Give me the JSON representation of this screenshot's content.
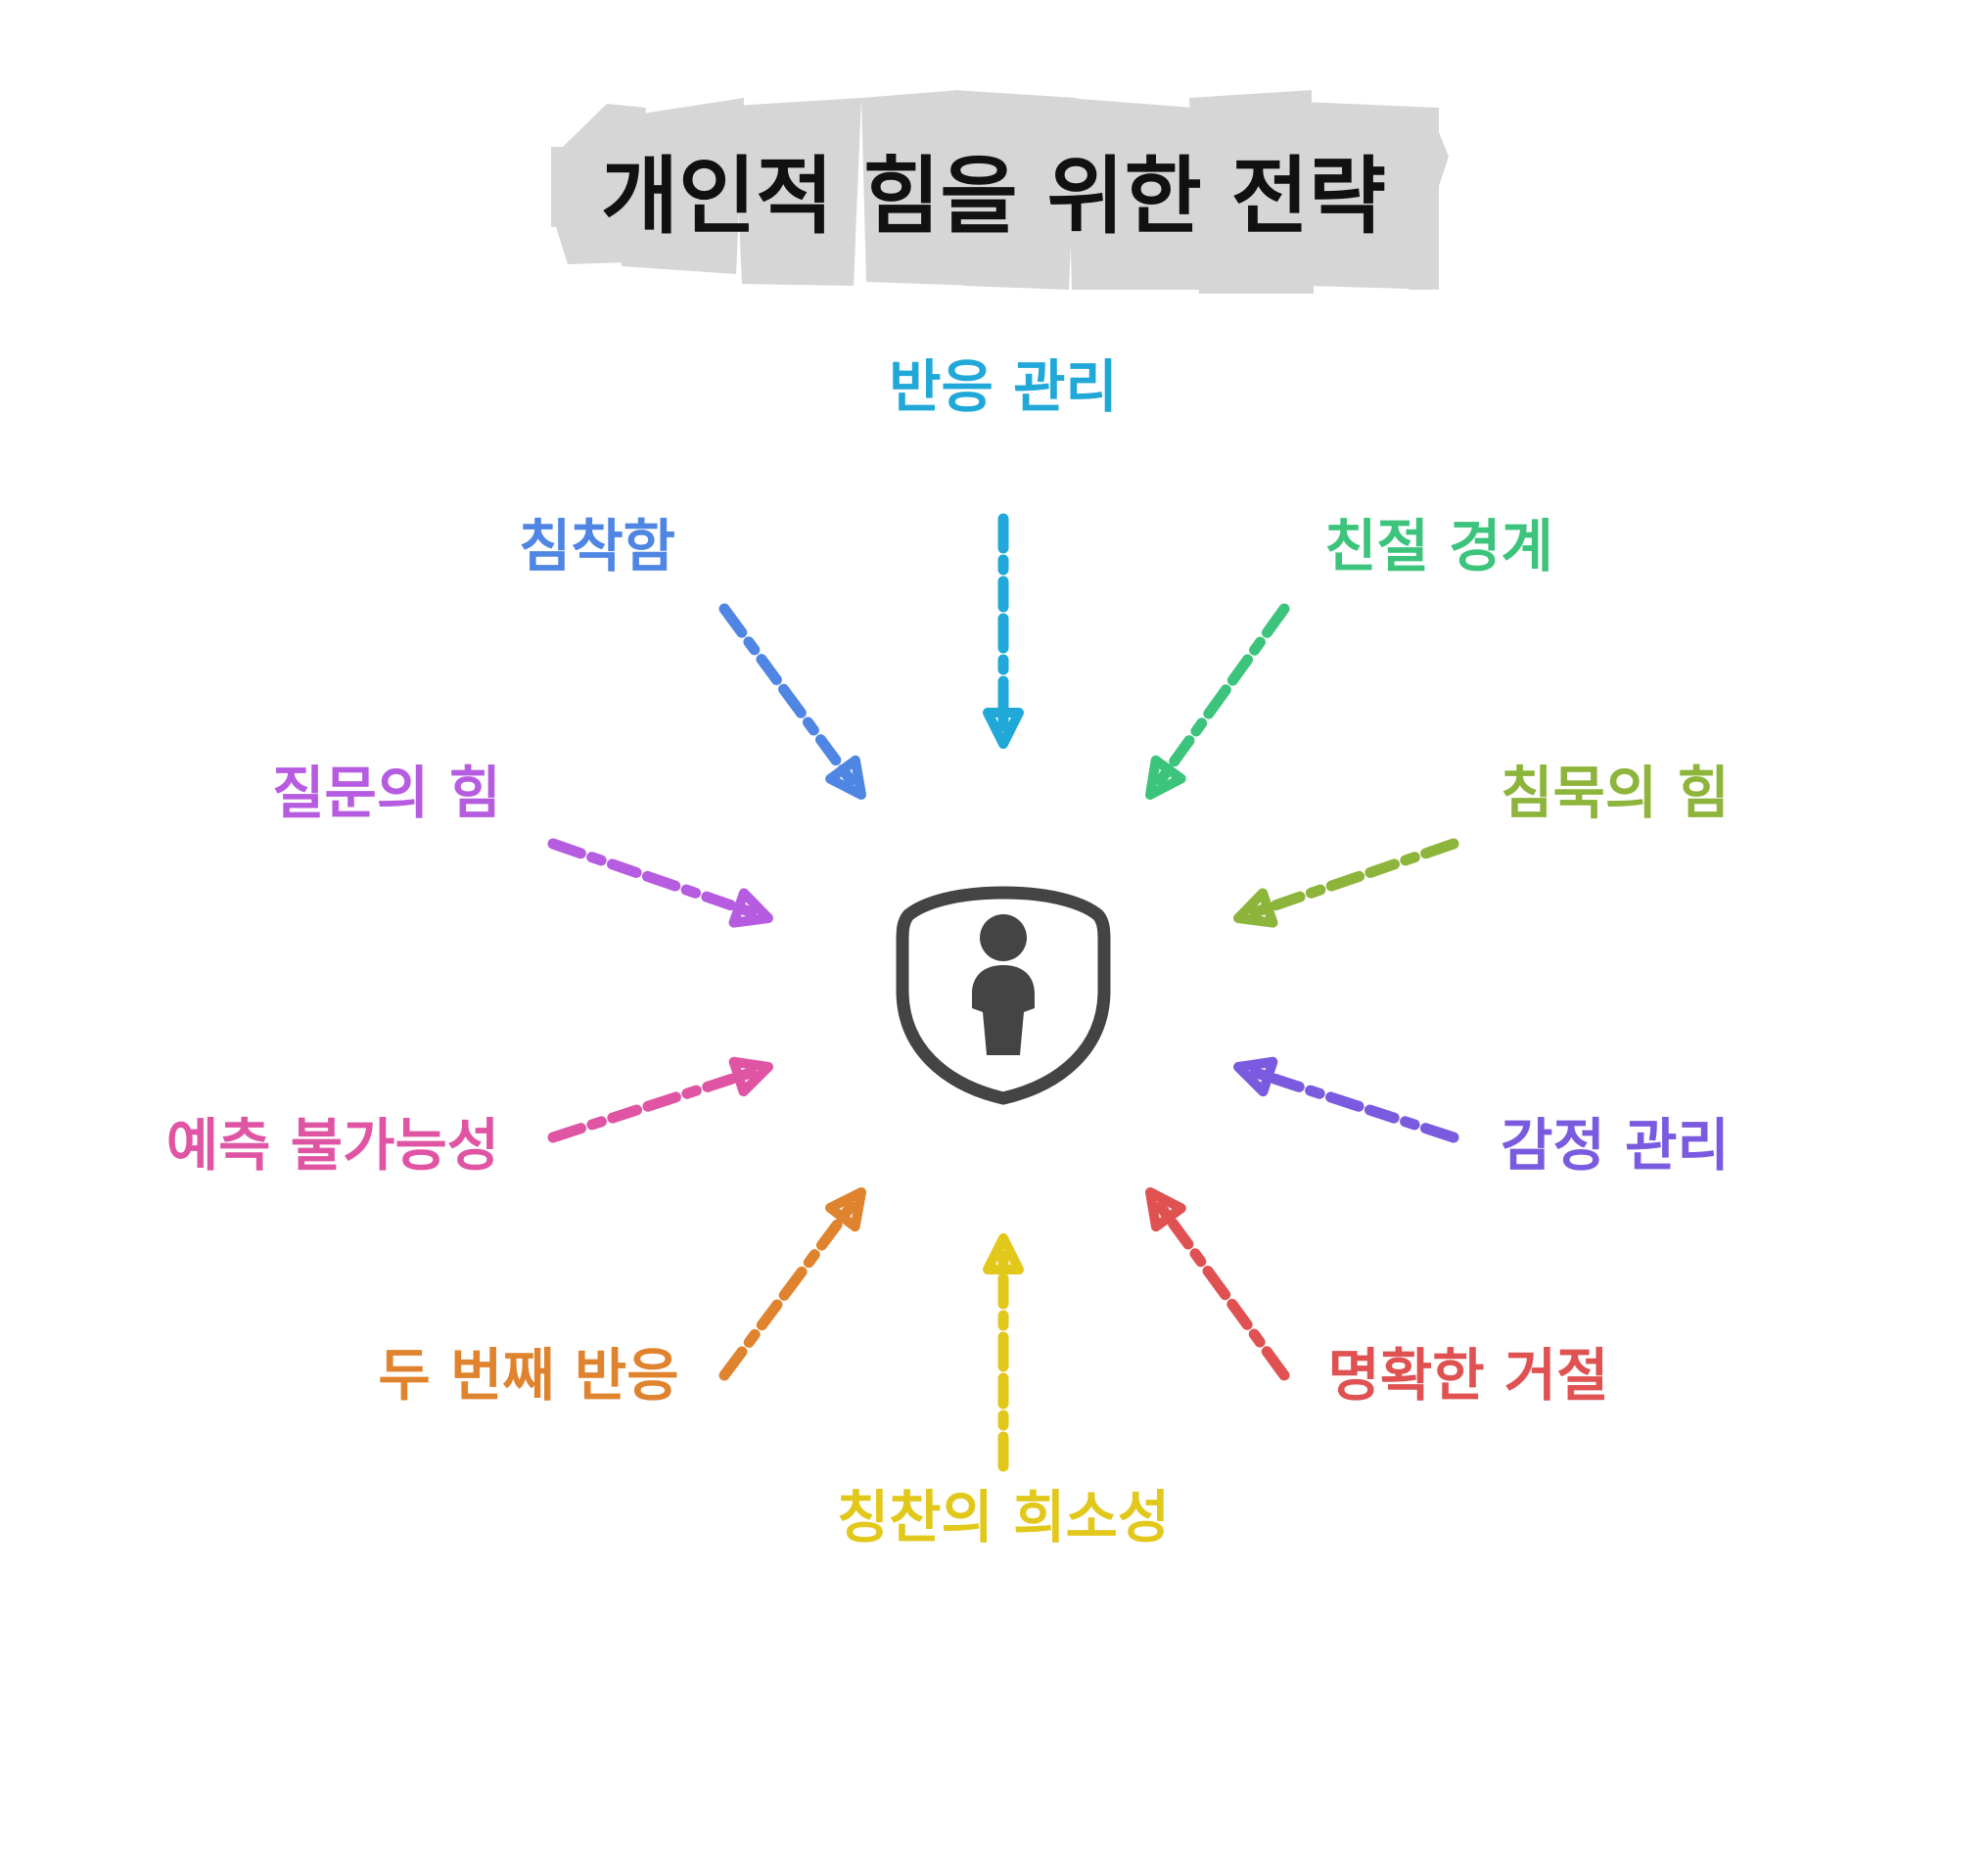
{
  "title": "개인적 힘을 위한 전략",
  "center_icon": "shield-person-icon",
  "colors": {
    "title_bg": "#d6d6d6",
    "title_text": "#111111",
    "icon": "#444444"
  },
  "nodes": [
    {
      "id": "reaction-management",
      "label": "반응 관리",
      "color": "#1fa8d8"
    },
    {
      "id": "friendly-boundary",
      "label": "친절 경계",
      "color": "#3cc47c"
    },
    {
      "id": "power-of-silence",
      "label": "침묵의 힘",
      "color": "#8db53b"
    },
    {
      "id": "emotion-management",
      "label": "감정 관리",
      "color": "#7a5be0"
    },
    {
      "id": "clear-refusal",
      "label": "명확한 거절",
      "color": "#e05252"
    },
    {
      "id": "scarcity-of-praise",
      "label": "칭찬의 희소성",
      "color": "#e3c81c"
    },
    {
      "id": "second-reaction",
      "label": "두 번째 반응",
      "color": "#e0832e"
    },
    {
      "id": "unpredictability",
      "label": "예측 불가능성",
      "color": "#e055a3"
    },
    {
      "id": "power-of-questions",
      "label": "질문의 힘",
      "color": "#b65ce0"
    },
    {
      "id": "composure",
      "label": "침착함",
      "color": "#4f86e3"
    }
  ]
}
